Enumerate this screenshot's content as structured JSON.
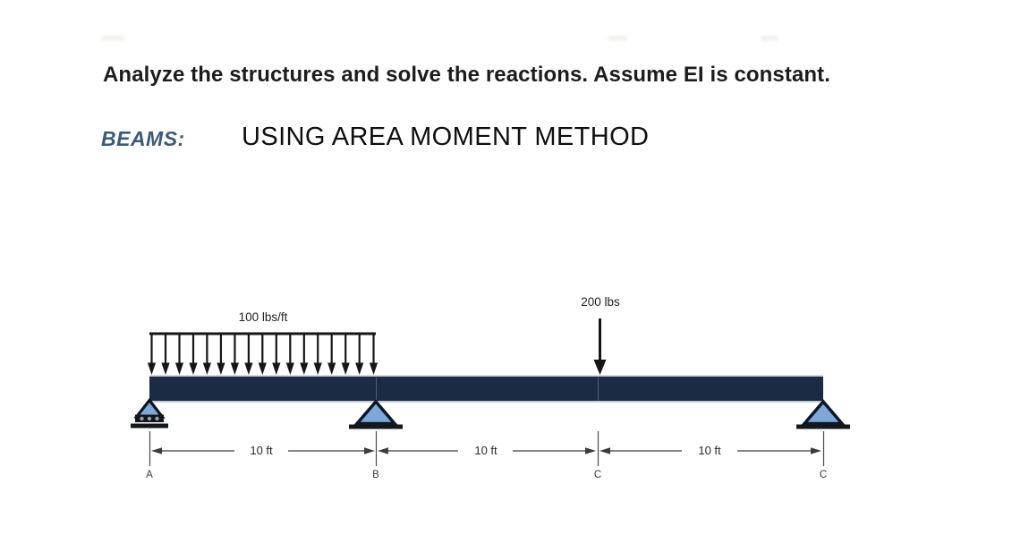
{
  "header": {
    "problem_statement": "Analyze the structures and solve the reactions. Assume EI is constant.",
    "section_label": "BEAMS:",
    "method_title": "USING AREA MOMENT METHOD"
  },
  "diagram": {
    "type": "beam-schematic",
    "distributed_load": {
      "label": "100 lbs/ft"
    },
    "point_load": {
      "label": "200 lbs"
    },
    "dimension_labels": [
      "10 ft",
      "10 ft",
      "10 ft"
    ],
    "node_labels": [
      "A",
      "B",
      "C",
      "C"
    ],
    "supports": [
      {
        "node": "A",
        "icon": "roller-support-icon"
      },
      {
        "node": "B",
        "icon": "pin-support-icon"
      },
      {
        "node": "C",
        "icon": "pin-support-icon"
      }
    ],
    "colors": {
      "beam": "#1b2b44",
      "beam_edge": "#c3cddb",
      "support_fill": "#7fa8d9",
      "support_stroke": "#0c1826",
      "accent_label_blue": "#3d5a7a",
      "ink": "#161616"
    }
  }
}
